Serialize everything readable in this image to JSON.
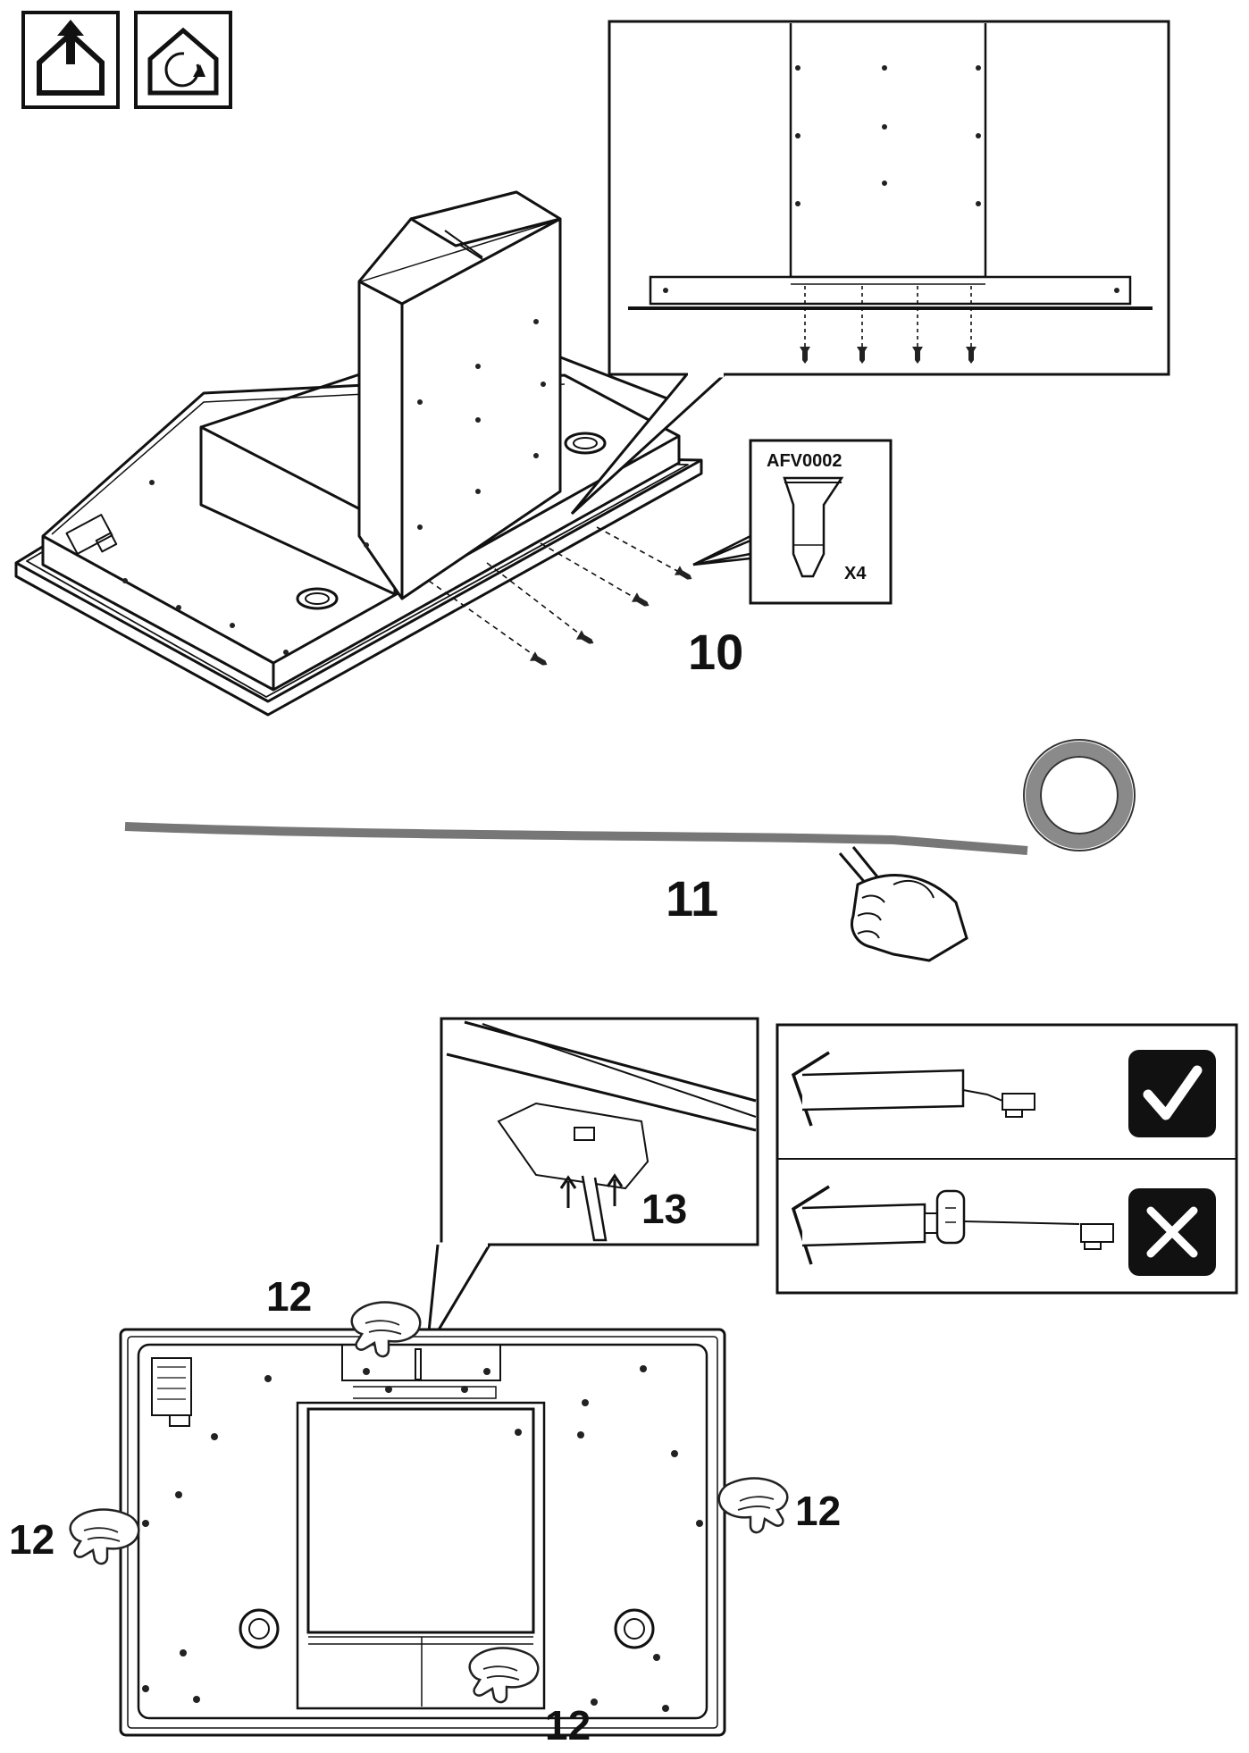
{
  "step_labels": {
    "step10": "10",
    "step11": "11",
    "step13": "13",
    "step12_top": "12",
    "step12_left": "12",
    "step12_right": "12",
    "step12_bottom": "12"
  },
  "screw_callout": {
    "part_code": "AFV0002",
    "quantity": "X4"
  },
  "icons": {
    "ducted_mode": "house-arrow-up-icon",
    "recirculation_mode": "house-recirculate-icon",
    "correct": "check-icon",
    "incorrect": "cross-icon"
  }
}
